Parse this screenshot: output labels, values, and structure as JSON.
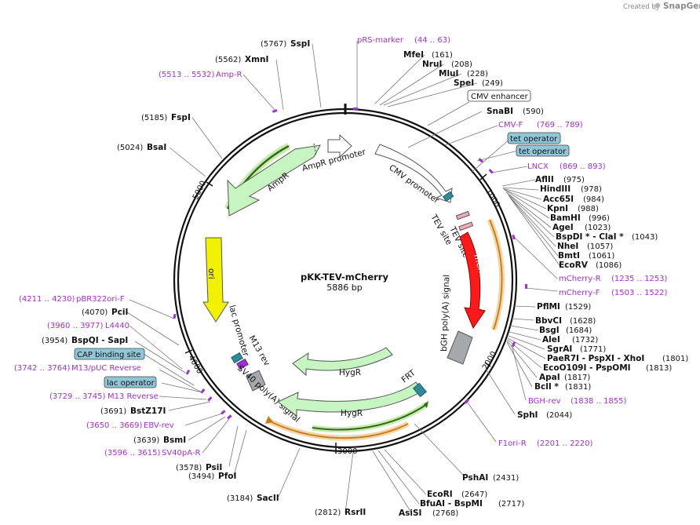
{
  "branding": {
    "created_by": "Created by",
    "product": "SnapGene"
  },
  "plasmid": {
    "name": "pKK-TEV-mCherry",
    "size": "5886 bp"
  },
  "ticks": [
    "1000",
    "2000",
    "3000",
    "4000",
    "5000"
  ],
  "enzymes_left": [
    {
      "pos": "(5767)",
      "name": "SspI"
    },
    {
      "pos": "(5562)",
      "name": "XmnI"
    },
    {
      "pos": "(5185)",
      "name": "FspI"
    },
    {
      "pos": "(5024)",
      "name": "BsaI"
    },
    {
      "pos": "(4070)",
      "name": "PciI"
    },
    {
      "pos": "(3954)",
      "name": "BspQI  - SapI"
    },
    {
      "pos": "(3691)",
      "name": "BstZ17I"
    },
    {
      "pos": "(3639)",
      "name": "BsmI"
    },
    {
      "pos": "(3578)",
      "name": "PsiI"
    },
    {
      "pos": "(3494)",
      "name": "PfoI"
    },
    {
      "pos": "(3184)",
      "name": "SacII"
    },
    {
      "pos": "(2812)",
      "name": "RsrII"
    }
  ],
  "enzymes_right": [
    {
      "name": "MfeI",
      "pos": "(161)"
    },
    {
      "name": "NruI",
      "pos": "(208)"
    },
    {
      "name": "MluI",
      "pos": "(228)"
    },
    {
      "name": "SpeI",
      "pos": "(249)"
    },
    {
      "name": "SnaBI",
      "pos": "(590)"
    },
    {
      "name": "AflII",
      "pos": "(975)"
    },
    {
      "name": "HindIII",
      "pos": "(978)"
    },
    {
      "name": "Acc65I",
      "pos": "(984)"
    },
    {
      "name": "KpnI",
      "pos": "(988)"
    },
    {
      "name": "BamHI",
      "pos": "(996)"
    },
    {
      "name": "AgeI",
      "pos": "(1023)"
    },
    {
      "name": "BspDI *  - ClaI *",
      "pos": "(1043)"
    },
    {
      "name": "NheI",
      "pos": "(1057)"
    },
    {
      "name": "BmtI",
      "pos": "(1061)"
    },
    {
      "name": "EcoRV",
      "pos": "(1086)"
    },
    {
      "name": "PflMI",
      "pos": "(1529)"
    },
    {
      "name": "BbvCI",
      "pos": "(1628)"
    },
    {
      "name": "BsgI",
      "pos": "(1684)"
    },
    {
      "name": "AleI",
      "pos": "(1732)"
    },
    {
      "name": "SgrAI",
      "pos": "(1771)"
    },
    {
      "name": "PaeR7I  - PspXI  - XhoI",
      "pos": "(1801)"
    },
    {
      "name": "EcoO109I  - PspOMI",
      "pos": "(1813)"
    },
    {
      "name": "ApaI",
      "pos": "(1817)"
    },
    {
      "name": "BclI *",
      "pos": "(1831)"
    },
    {
      "name": "SphI",
      "pos": "(2044)"
    }
  ],
  "enzymes_bottom": [
    {
      "name": "PshAI",
      "pos": "(2431)"
    },
    {
      "name": "EcoRI",
      "pos": "(2647)"
    },
    {
      "name": "BfuAI  - BspMI",
      "pos": "(2717)"
    },
    {
      "name": "AsiSI",
      "pos": "(2768)"
    }
  ],
  "primers": [
    {
      "name": "pRS-marker",
      "range": "(44 .. 63)"
    },
    {
      "name": "Amp-R",
      "range": "(5513 .. 5532)"
    },
    {
      "name": "CMV-F",
      "range": "(769 .. 789)"
    },
    {
      "name": "LNCX",
      "range": "(869 .. 893)"
    },
    {
      "name": "mCherry-R",
      "range": "(1235 .. 1253)"
    },
    {
      "name": "mCherry-F",
      "range": "(1503 .. 1522)"
    },
    {
      "name": "BGH-rev",
      "range": "(1838 .. 1855)"
    },
    {
      "name": "F1ori-R",
      "range": "(2201 .. 2220)"
    },
    {
      "name": "pBR322ori-F",
      "range": "(4211 .. 4230)"
    },
    {
      "name": "L4440",
      "range": "(3960 .. 3977)"
    },
    {
      "name": "M13/pUC Reverse",
      "range": "(3742 .. 3764)"
    },
    {
      "name": "M13 Reverse",
      "range": "(3729 .. 3745)"
    },
    {
      "name": "EBV-rev",
      "range": "(3650 .. 3669)"
    },
    {
      "name": "SV40pA-R",
      "range": "(3596 .. 3615)"
    }
  ],
  "boxed_features": {
    "cmv_enhancer": "CMV enhancer",
    "tet_operator_1": "tet operator",
    "tet_operator_2": "tet operator",
    "cap_binding_site": "CAP binding site",
    "lac_operator": "lac operator"
  },
  "features": {
    "ampr": "AmpR",
    "ampr_promoter": "AmpR promoter",
    "cmv_promoter": "CMV promoter",
    "tev_site_1": "TEV site",
    "tev_site_2": "TEV site",
    "mcherry": "mCherry",
    "bgh_polya": "bGH poly(A) signal",
    "ori": "ori",
    "lac_promoter": "lac promoter",
    "m13_rev": "M13 rev",
    "sv40_polya": "SV40 poly(A) signal",
    "hygr_1": "HygR",
    "hygr_2": "HygR",
    "frt": "FRT"
  },
  "colors": {
    "purple": "#a030d0",
    "ampr_green": "#c7f5c1",
    "mcherry_red": "#ff1a1a",
    "ori_yellow": "#f2f200",
    "orange_band": "#e7a23a",
    "dark_green": "#3a8a1a",
    "teal": "#2e8a9a",
    "grey_feature": "#a5a9ad",
    "box_blue": "#8fc6d8"
  }
}
